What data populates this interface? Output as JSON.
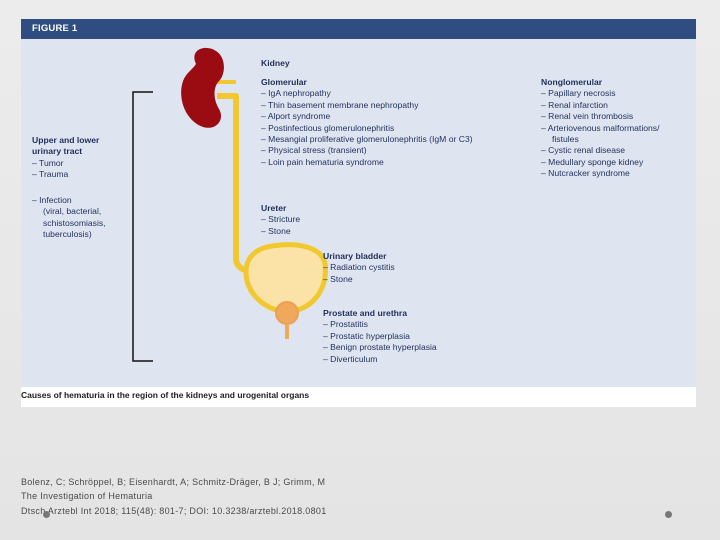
{
  "figure": {
    "header": "FIGURE 1",
    "caption": "Causes of hematuria in the region of the kidneys and urogenital organs"
  },
  "kidney": {
    "title": "Kidney"
  },
  "glomerular": {
    "title": "Glomerular",
    "items": [
      "IgA nephropathy",
      "Thin basement membrane nephropathy",
      "Alport syndrome",
      "Postinfectious glomerulonephritis",
      "Mesangial proliferative glomerulonephritis (IgM or C3)",
      "Physical stress (transient)",
      "Loin pain hematuria syndrome"
    ]
  },
  "nonglomerular": {
    "title": "Nonglomerular",
    "items": [
      "Papillary necrosis",
      "Renal infarction",
      "Renal vein thrombosis",
      "Arteriovenous malformations/",
      "Cystic renal disease",
      "Medullary sponge kidney",
      "Nutcracker syndrome"
    ],
    "continuation": "fistules"
  },
  "tract": {
    "title_line1": "Upper and lower",
    "title_line2": "urinary tract",
    "items": [
      "Tumor",
      "Trauma"
    ],
    "infection_line1": "Infection",
    "infection_line2": "(viral, bacterial,",
    "infection_line3": "schistosomiasis,",
    "infection_line4": "tuberculosis)"
  },
  "ureter": {
    "title": "Ureter",
    "items": [
      "Stricture",
      "Stone"
    ]
  },
  "bladder": {
    "title": "Urinary bladder",
    "items": [
      "Radiation cystitis",
      "Stone"
    ]
  },
  "prostate": {
    "title": "Prostate and urethra",
    "items": [
      "Prostatitis",
      "Prostatic hyperplasia",
      "Benign prostate hyperplasia",
      "Diverticulum"
    ]
  },
  "colors": {
    "kidney": "#9b0c12",
    "ureter": "#f2c830",
    "bladder_fill": "#fbe2a6",
    "prostate": "#f0a85a",
    "panel": "#dfe5f0",
    "header": "#2f4d80"
  },
  "footer": {
    "line1": "Bolenz, C; Schröppel, B; Eisenhardt, A; Schmitz-Dräger, B J; Grimm, M",
    "line2": "The Investigation of Hematuria",
    "line3": "Dtsch Arztebl Int 2018; 115(48): 801-7; DOI: 10.3238/arztebl.2018.0801"
  }
}
